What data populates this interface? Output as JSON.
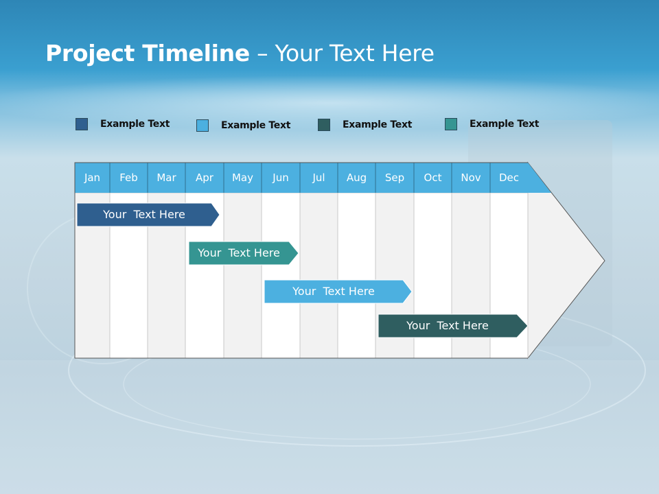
{
  "slide": {
    "title_bold": "Project Timeline",
    "title_rest": " – Your Text Here"
  },
  "legend": [
    {
      "label": "Example Text",
      "color": "#2f5f8f"
    },
    {
      "label": "Example Text",
      "color": "#4cb0e0"
    },
    {
      "label": "Example Text",
      "color": "#2f5e60"
    },
    {
      "label": "Example Text",
      "color": "#359592"
    }
  ],
  "months": [
    "Jan",
    "Feb",
    "Mar",
    "Apr",
    "May",
    "Jun",
    "Jul",
    "Aug",
    "Sep",
    "Oct",
    "Nov",
    "Dec"
  ],
  "tasks": [
    {
      "label": "Your  Text Here",
      "color": "#2f5f8f"
    },
    {
      "label": "Your  Text Here",
      "color": "#359592"
    },
    {
      "label": "Your  Text Here",
      "color": "#4cb0e0"
    },
    {
      "label": "Your  Text Here",
      "color": "#2f5e60"
    }
  ],
  "colors": {
    "header": "#4cb0e0",
    "column_light": "#f2f2f2",
    "column_white": "#ffffff"
  }
}
